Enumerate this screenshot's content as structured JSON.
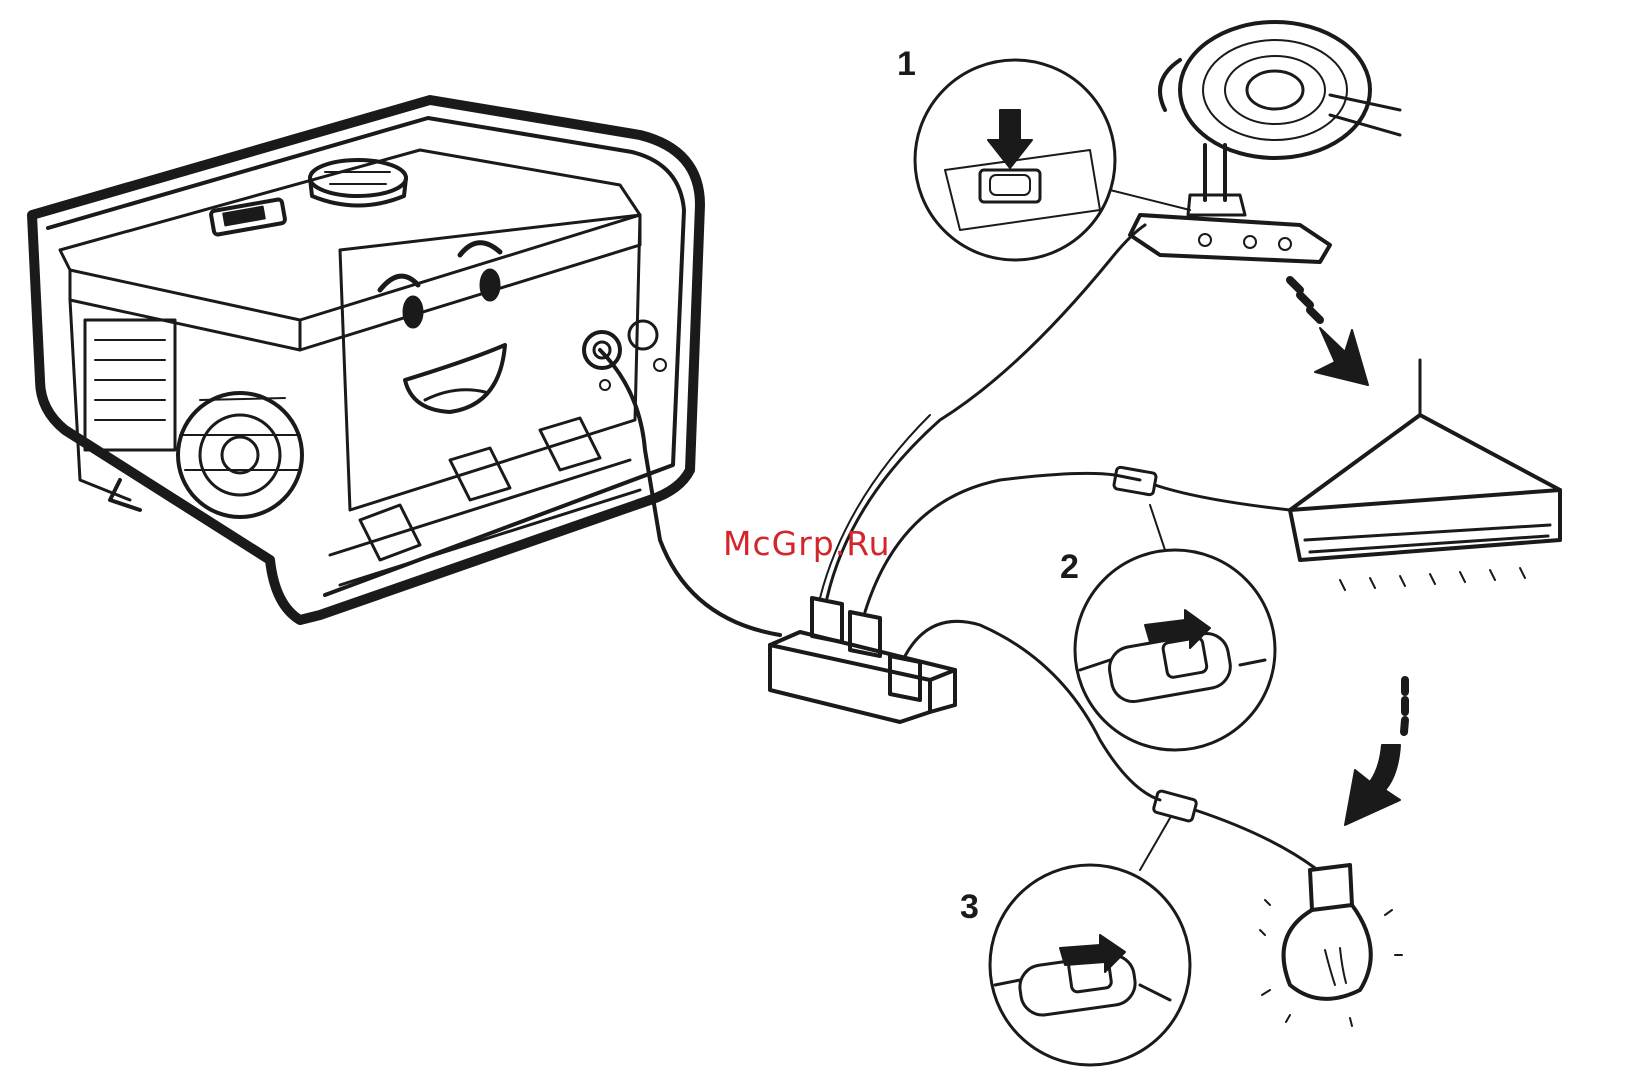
{
  "labels": {
    "step1": "1",
    "step2": "2",
    "step3": "3"
  },
  "watermark": "McGrp.Ru",
  "colors": {
    "line": "#1a1a1a",
    "watermark": "#d3252a",
    "background": "#ffffff"
  },
  "icons": {
    "generator": "generator-illustration",
    "power_strip": "power-strip",
    "fan": "desk-fan",
    "tube_lamp": "fluorescent-lamp",
    "bulb": "light-bulb",
    "arrows": "down-arrow"
  }
}
